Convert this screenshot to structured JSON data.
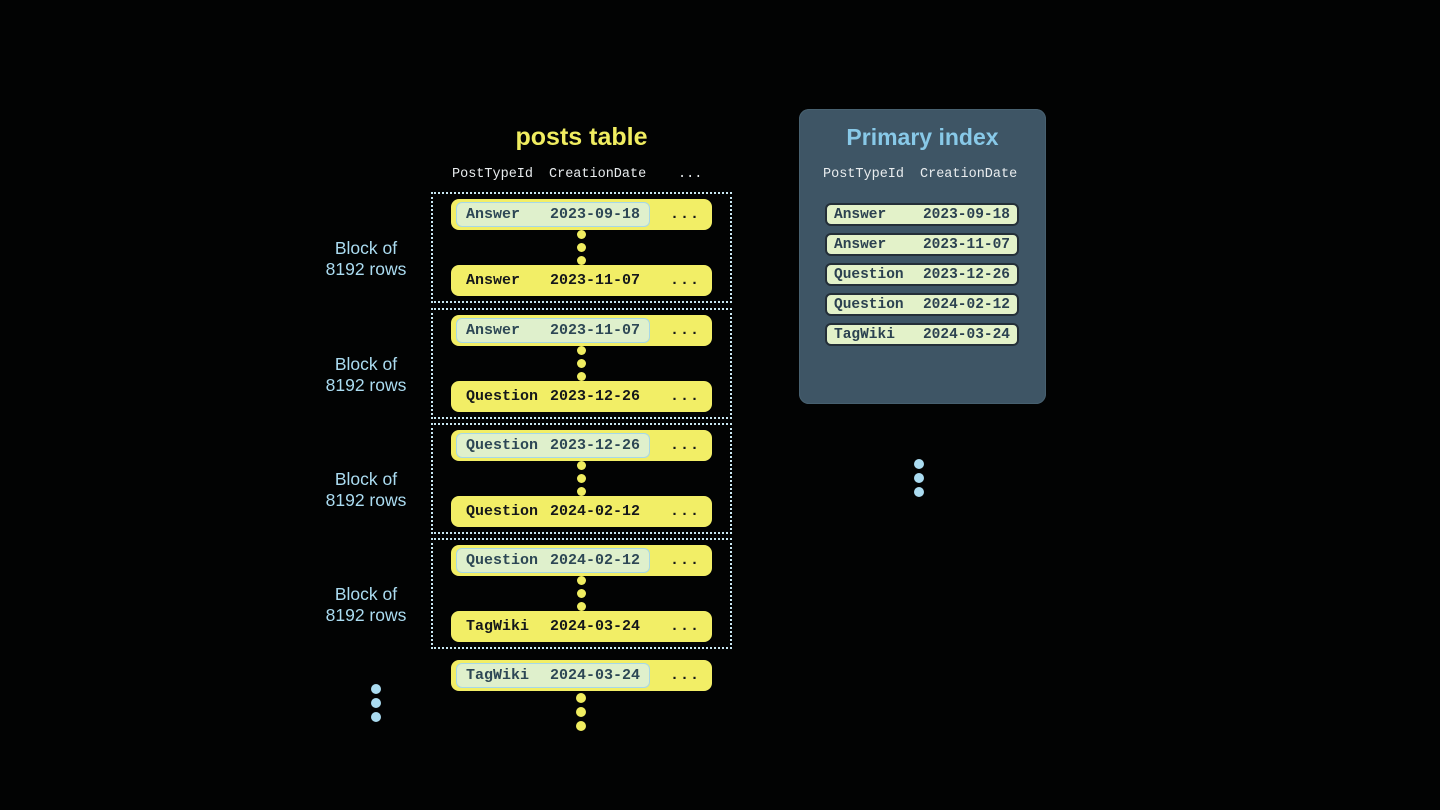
{
  "posts_table": {
    "title": "posts table",
    "headers": [
      "PostTypeId",
      "CreationDate",
      "..."
    ],
    "ellipsis": "...",
    "block_label": {
      "line1": "Block of",
      "line2": "8192 rows"
    },
    "blocks": [
      {
        "first": {
          "type": "Answer",
          "date": "2023-09-18"
        },
        "last": {
          "type": "Answer",
          "date": "2023-11-07"
        }
      },
      {
        "first": {
          "type": "Answer",
          "date": "2023-11-07"
        },
        "last": {
          "type": "Question",
          "date": "2023-12-26"
        }
      },
      {
        "first": {
          "type": "Question",
          "date": "2023-12-26"
        },
        "last": {
          "type": "Question",
          "date": "2024-02-12"
        }
      },
      {
        "first": {
          "type": "Question",
          "date": "2024-02-12"
        },
        "last": {
          "type": "TagWiki",
          "date": "2024-03-24"
        }
      }
    ],
    "overflow_row": {
      "type": "TagWiki",
      "date": "2024-03-24"
    }
  },
  "primary_index": {
    "title": "Primary index",
    "headers": [
      "PostTypeId",
      "CreationDate"
    ],
    "rows": [
      {
        "type": "Answer",
        "date": "2023-09-18"
      },
      {
        "type": "Answer",
        "date": "2023-11-07"
      },
      {
        "type": "Question",
        "date": "2023-12-26"
      },
      {
        "type": "Question",
        "date": "2024-02-12"
      },
      {
        "type": "TagWiki",
        "date": "2024-03-24"
      }
    ]
  },
  "colors": {
    "background": "#020303",
    "row_yellow": "#f2ee66",
    "title_yellow": "#f0ed60",
    "highlight_green": "#dff0cc",
    "highlight_border_cyan": "#a6d8e8",
    "index_panel": "#3e5565",
    "index_row_green": "#e3f2c9",
    "accent_blue": "#abdcf1",
    "index_title_blue": "#88c9e8",
    "header_text": "#e9edef",
    "dotted_border": "#c8e7f2"
  }
}
